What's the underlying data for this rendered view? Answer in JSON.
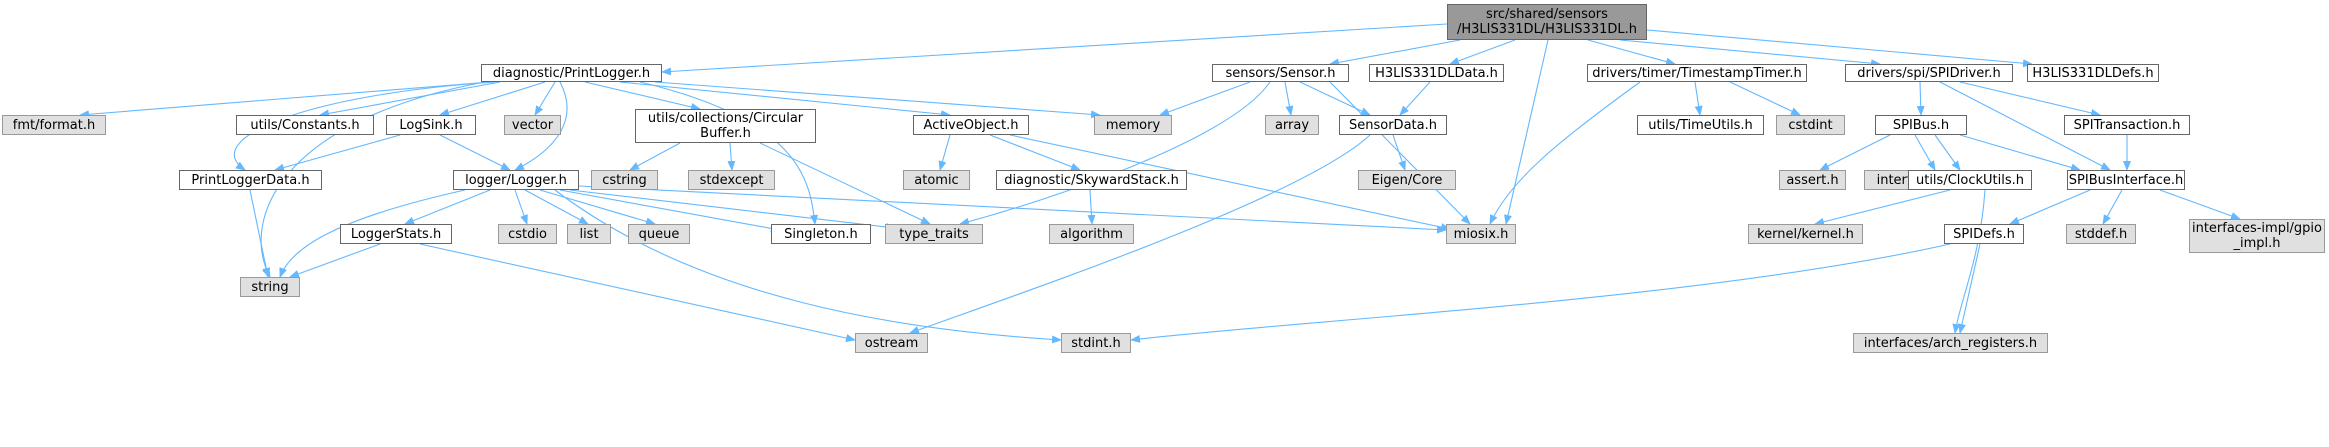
{
  "colors": {
    "edge": "#63b8ff",
    "node_border": "#666666",
    "external_fill": "#e0e0e0",
    "root_fill": "#999999"
  },
  "root": "src/shared/sensors\n/H3LIS331DL/H3LIS331DL.h",
  "nodes": {
    "diag_printlogger": "diagnostic/PrintLogger.h",
    "fmt_format": "fmt/format.h",
    "utils_constants": "utils/Constants.h",
    "logsink": "LogSink.h",
    "vector": "vector",
    "circular_buffer": "utils/collections/Circular\nBuffer.h",
    "activeobject": "ActiveObject.h",
    "memory": "memory",
    "printloggerdata": "PrintLoggerData.h",
    "logger": "logger/Logger.h",
    "cstring": "cstring",
    "stdexcept": "stdexcept",
    "atomic": "atomic",
    "skywardstack": "diagnostic/SkywardStack.h",
    "loggerstats": "LoggerStats.h",
    "cstdio": "cstdio",
    "list": "list",
    "queue": "queue",
    "singleton": "Singleton.h",
    "type_traits": "type_traits",
    "algorithm": "algorithm",
    "string": "string",
    "ostream": "ostream",
    "stdint": "stdint.h",
    "sensor": "sensors/Sensor.h",
    "array": "array",
    "sensordata": "SensorData.h",
    "eigen": "Eigen/Core",
    "miosix": "miosix.h",
    "h3data": "H3LIS331DLData.h",
    "timestamptimer": "drivers/timer/TimestampTimer.h",
    "timeutils": "utils/TimeUtils.h",
    "cstdint": "cstdint",
    "spidriver": "drivers/spi/SPIDriver.h",
    "spibus": "SPIBus.h",
    "spitransaction": "SPITransaction.h",
    "assert": "assert.h",
    "delays": "interfaces/delays.h",
    "clockutils": "utils/ClockUtils.h",
    "spibusinterface": "SPIBusInterface.h",
    "kernel": "kernel/kernel.h",
    "spidefs": "SPIDefs.h",
    "stddef": "stddef.h",
    "gpio_impl": "interfaces-impl/gpio\n_impl.h",
    "arch_registers": "interfaces/arch_registers.h",
    "h3defs": "H3LIS331DLDefs.h"
  }
}
